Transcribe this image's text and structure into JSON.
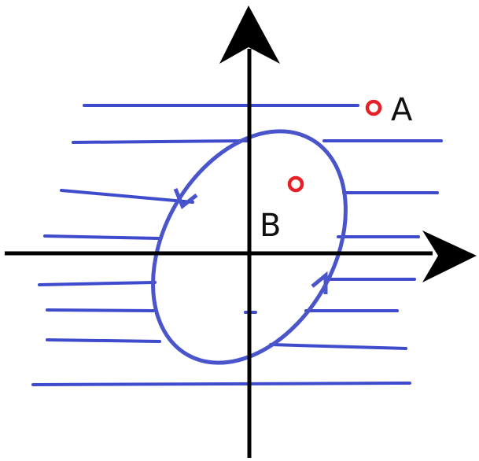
{
  "points": {
    "a": {
      "label": "A"
    },
    "b": {
      "label": "B"
    }
  },
  "colors": {
    "field_lines": "#3e4bcc",
    "loop": "#4a55cc",
    "axes": "#000000",
    "points": "#e52026",
    "labels": "#111111",
    "background": "#ffffff"
  },
  "icons": {
    "axis_arrows": "triangle-arrowhead",
    "loop_direction": "chevron-arrow",
    "points": "ring-dot"
  }
}
